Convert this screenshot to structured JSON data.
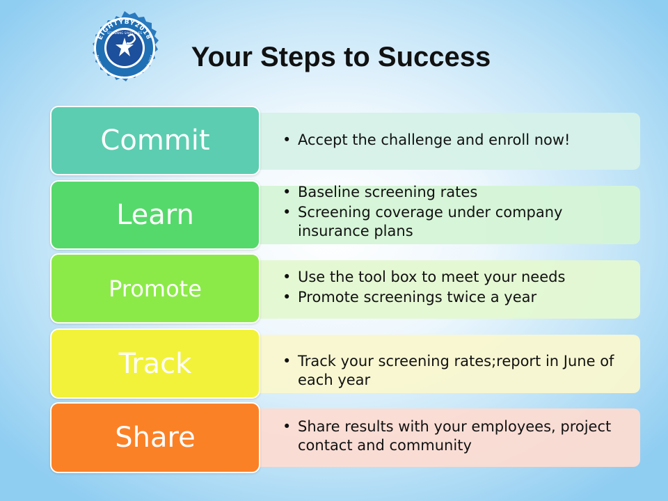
{
  "title": "Your Steps to Success",
  "logo": {
    "ring_text": "EIGHTYBY2018",
    "sub_text": "SCREENING SAVES LIVES",
    "bottom_text": "Reaching 80% screened for colorectal cancer by 2018",
    "colors": {
      "ring": "#1f6fb5",
      "center": "#1c4f9c",
      "star": "#ffffff"
    }
  },
  "steps": [
    {
      "label": "Commit",
      "tab_color": "#5ccdb0",
      "panel_color": "#d6f1e8",
      "bullets": [
        "Accept the challenge and enroll now!"
      ]
    },
    {
      "label": "Learn",
      "tab_color": "#55d96b",
      "panel_color": "#d5f4d6",
      "bullets": [
        "Baseline screening rates",
        "Screening coverage under company insurance plans"
      ]
    },
    {
      "label": "Promote",
      "tab_color": "#8bea48",
      "panel_color": "#e4f8d2",
      "bullets": [
        "Use the tool box to meet your needs",
        "Promote screenings twice a year"
      ]
    },
    {
      "label": "Track",
      "tab_color": "#f2f23a",
      "panel_color": "#f9f7d0",
      "bullets": [
        "Track your screening rates;report in June of each year"
      ]
    },
    {
      "label": "Share",
      "tab_color": "#fb8127",
      "panel_color": "#fcdcd2",
      "bullets": [
        "Share results with your employees, project contact and community"
      ]
    }
  ]
}
